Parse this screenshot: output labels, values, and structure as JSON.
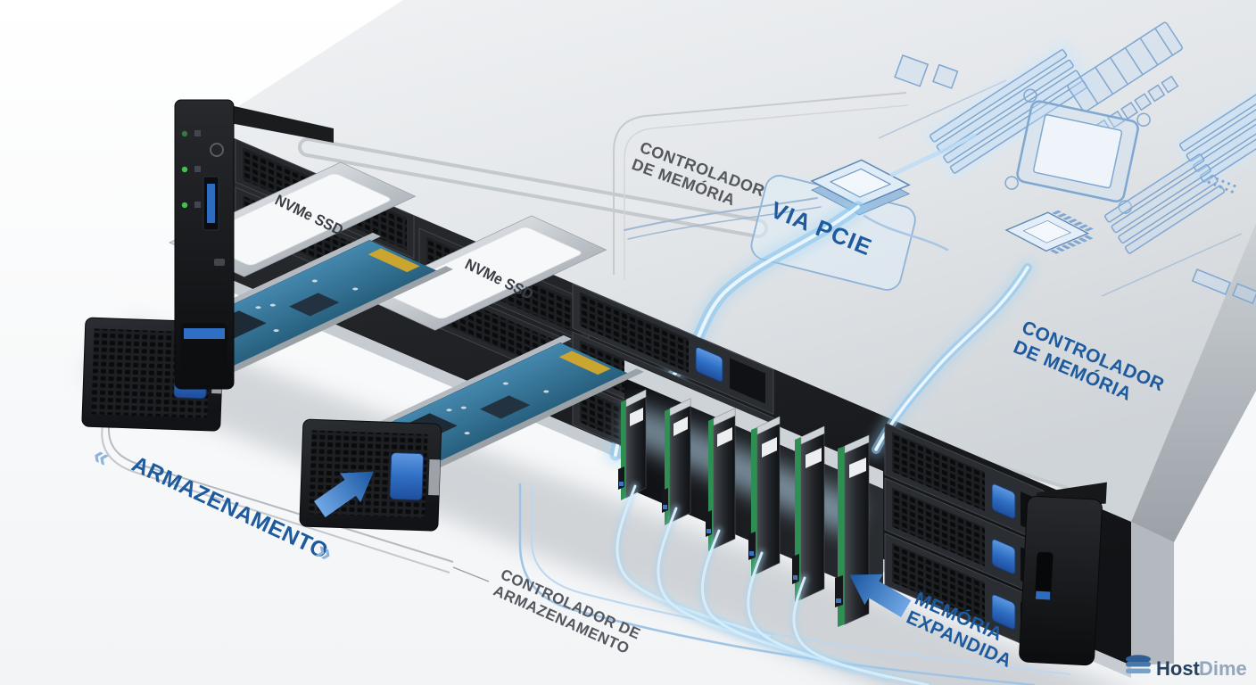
{
  "illustration": {
    "labels": {
      "memory_controller_top": {
        "line1": "CONTROLADOR",
        "line2": "DE MEMÓRIA"
      },
      "via_pcie": "VIA PCIE",
      "memory_controller_right": {
        "line1": "CONTROLADOR",
        "line2": "DE MEMÓRIA"
      },
      "storage": "ARMAZENAMENTO",
      "storage_chevron_left": "«",
      "storage_chevron_right": "»",
      "storage_controller": {
        "line1": "CONTROLADOR DE",
        "line2": "ARMAZENAMENTO"
      },
      "expanded_memory": {
        "line1": "MEMÓRIA",
        "line2": "EXPANDIDA"
      },
      "nvme_ssd_1": "NVMe SSD",
      "nvme_ssd_2": "NVMe SSD"
    },
    "logo": {
      "part1": "Host",
      "part2": "Dime"
    },
    "colors": {
      "label_blue": "#1d5b9e",
      "label_gray": "#54585e",
      "chevron_blue": "#8db4dc",
      "nvme_text": "#393e44",
      "latch_blue": "#2f6fc4",
      "led_green": "#44c04c",
      "trace_glow": "#9fd2f2",
      "pcb_green": "#2e8f52",
      "logo_navy": "#24425f",
      "logo_gray": "#93a6bd"
    }
  }
}
